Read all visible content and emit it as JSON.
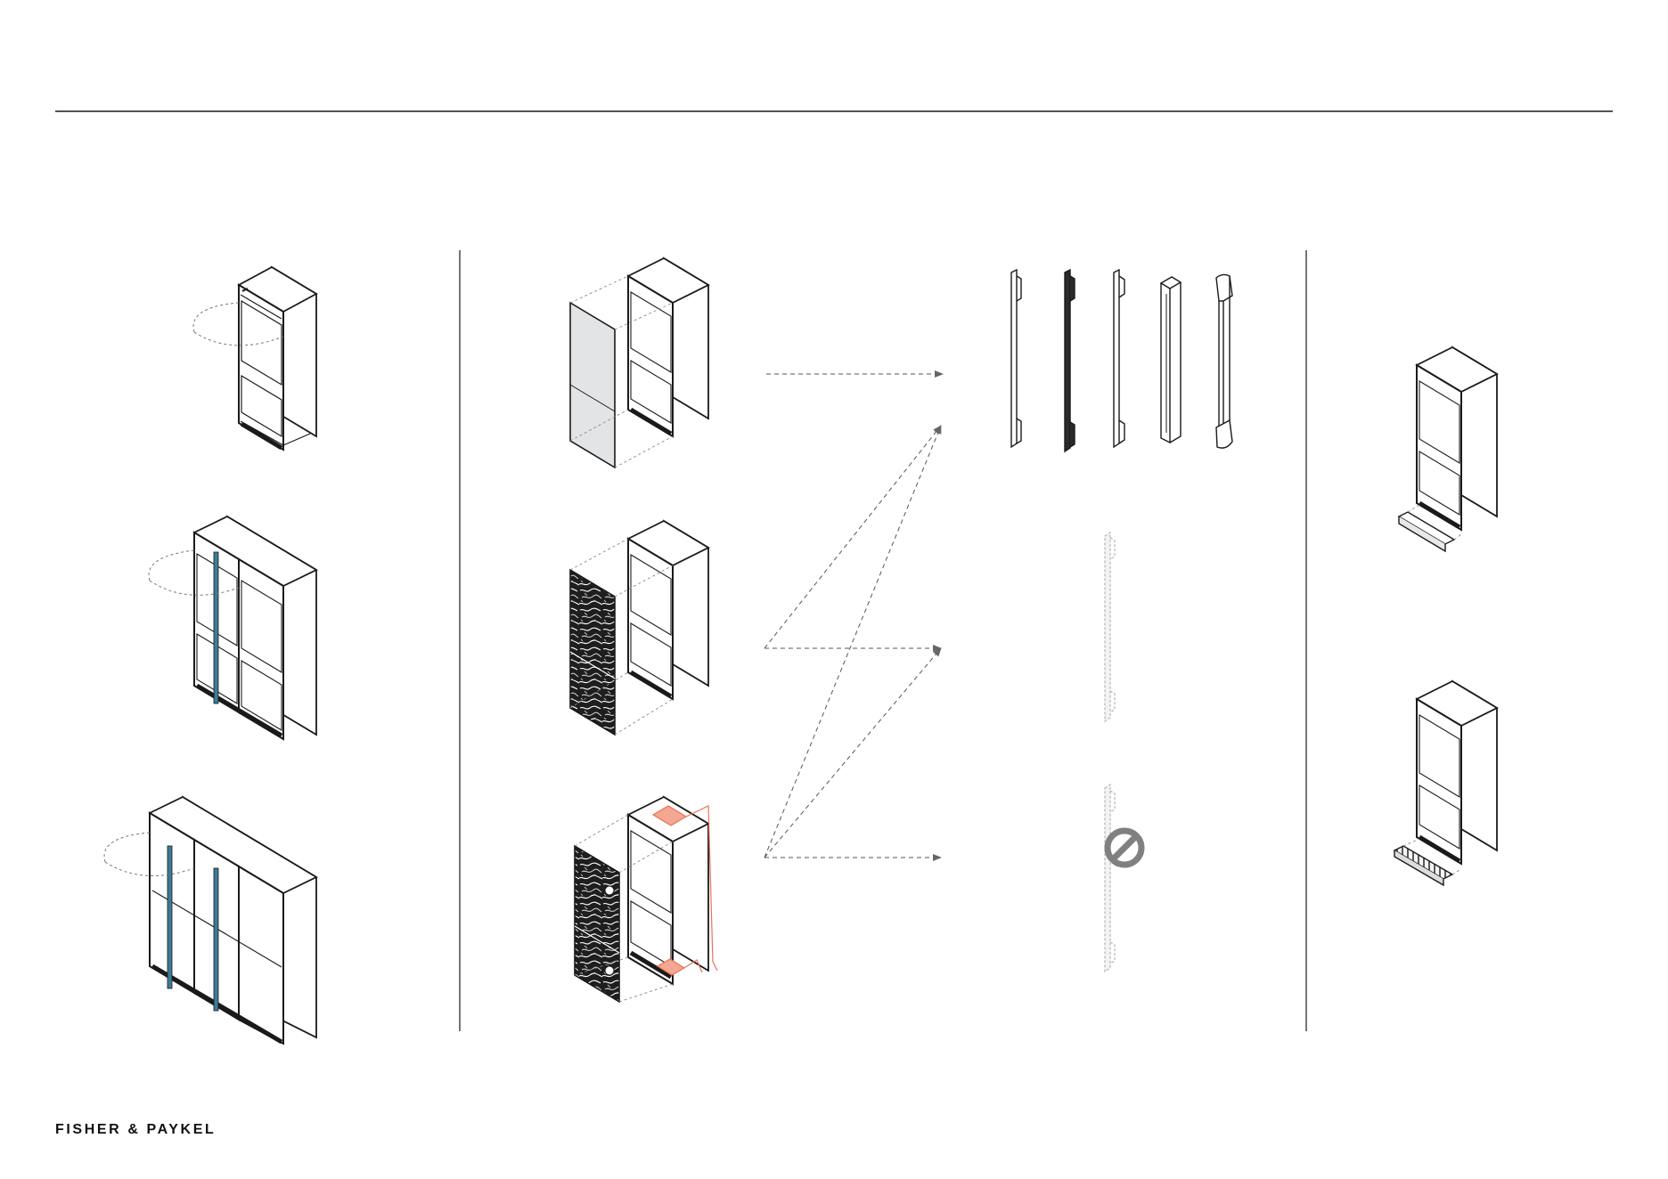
{
  "brand": {
    "name": "FISHER & PAYKEL"
  },
  "colors": {
    "line": "#1a1a1a",
    "connector": "#555555",
    "panel_plain": "#e3e4e5",
    "panel_marble": "#262626",
    "blue_strip": "#3d7c96",
    "accent_orange": "#e8735a",
    "accent_orange_fill": "#f4a793",
    "ghost": "#bdbdbd",
    "no_symbol": "#808080"
  },
  "sections": {
    "installations": [
      "single-column",
      "double-column",
      "triple-column"
    ],
    "panels": [
      "plain-panel",
      "marble-panel",
      "marble-panel-with-wiring"
    ],
    "handles": [
      "handle-thin-straight",
      "handle-thin-black",
      "handle-slim",
      "handle-d-shape",
      "handle-rounded"
    ],
    "kickstrips": [
      "plain-kickstrip",
      "vented-kickstrip"
    ]
  },
  "icons": [
    "connector-arrow",
    "no-entry-icon"
  ]
}
